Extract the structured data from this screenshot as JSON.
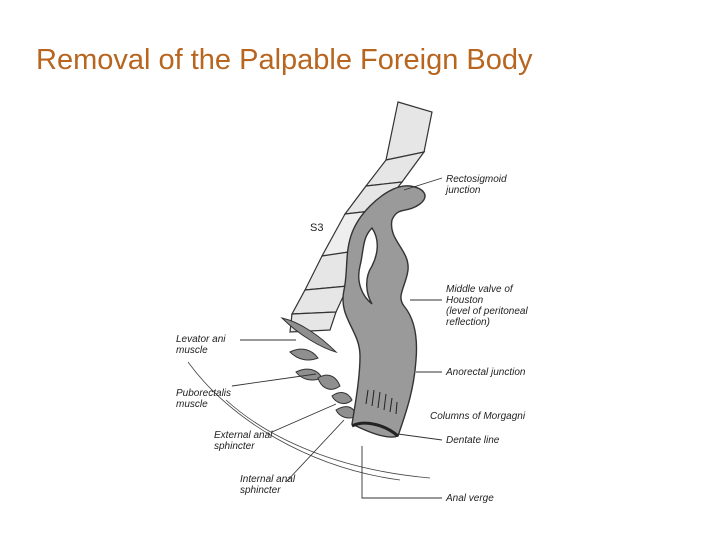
{
  "slide": {
    "title": "Removal of the Palpable Foreign Body"
  },
  "diagram": {
    "vertebra_label": "S3",
    "labels_right": {
      "rectosigmoid": [
        "Rectosigmoid",
        "junction"
      ],
      "middle_valve": [
        "Middle valve of",
        "Houston",
        "(level of peritoneal",
        "reflection)"
      ],
      "anorectal": [
        "Anorectal junction"
      ],
      "columns": [
        "Columns of Morgagni"
      ],
      "dentate": [
        "Dentate line"
      ],
      "anal_verge": [
        "Anal verge"
      ]
    },
    "labels_left": {
      "levator": [
        "Levator ani",
        "muscle"
      ],
      "puborectalis": [
        "Puborectalis",
        "muscle"
      ],
      "external": [
        "External anal",
        "sphincter"
      ],
      "internal": [
        "Internal anal",
        "sphincter"
      ]
    },
    "colors": {
      "title": "#b8651f",
      "rectum_fill": "#9a9a9a",
      "bone_fill": "#e6e6e6",
      "outline": "#333333"
    }
  }
}
